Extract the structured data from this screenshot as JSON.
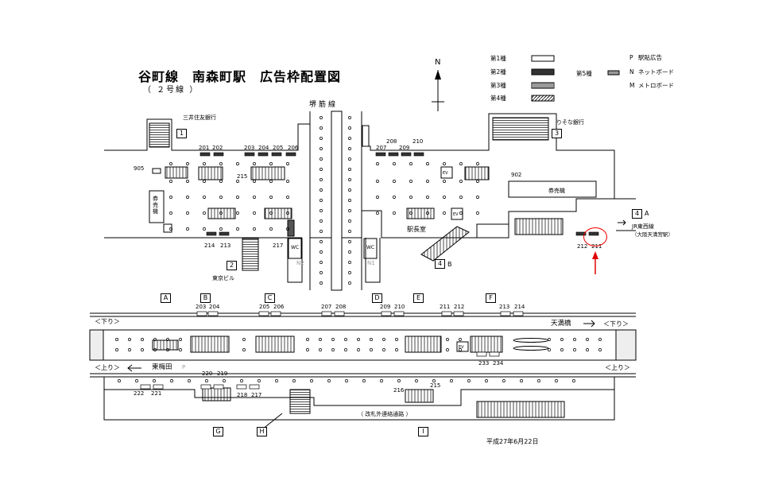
{
  "title": "谷町線　南森町駅　広告枠配置図",
  "subtitle": "（ ２号線 ）",
  "north": "N",
  "line_label": "堺筋線",
  "date": "平成27年6月22日",
  "legend": {
    "type1": "第1種",
    "type2": "第2種",
    "type3": "第3種",
    "type4": "第4種",
    "type5": "第5種",
    "p": "P",
    "p_desc": "駅貼広告",
    "n": "N",
    "n_desc": "ネットボード",
    "m": "M",
    "m_desc": "メトロボード"
  },
  "concourse": {
    "exit1": "1",
    "exit2": "2",
    "exit3": "3",
    "exit4": "4",
    "exit4b": "4",
    "exit_a": "A",
    "exit_b": "B",
    "bank_mitsui": "三井住友銀行",
    "bank_resona": "りそな銀行",
    "bldg_tokei": "東京ビル",
    "ticket_left": "券売機",
    "ticket_right": "券売機",
    "stationmaster": "駅長室",
    "wc1": "WC",
    "wc2": "WC",
    "n2": "N2",
    "n1": "N1",
    "jr": "JR東西線",
    "jr_sub": "（大阪天満宮駅）",
    "ev1": "EV",
    "ev2": "EV",
    "n905": "905",
    "n902": "902",
    "n215": "215",
    "n217": "217",
    "ads_top": [
      "201",
      "202",
      "203",
      "204",
      "205",
      "206",
      "207",
      "208",
      "209",
      "210"
    ],
    "ads_bottom": [
      "214",
      "213",
      "212",
      "211"
    ]
  },
  "platform": {
    "letters": [
      "A",
      "B",
      "C",
      "D",
      "E",
      "F",
      "G",
      "H",
      "I"
    ],
    "ads_top": [
      "203",
      "204",
      "205",
      "206",
      "207",
      "208",
      "209",
      "210",
      "211",
      "212",
      "213",
      "214"
    ],
    "ads_mid": [
      "233",
      "234"
    ],
    "ads_low": [
      "220",
      "219",
      "222",
      "221",
      "218",
      "217",
      "216",
      "215"
    ],
    "down_left": "＜下り＞",
    "down_right": "＜下り＞",
    "up_left": "＜上り＞",
    "up_right": "＜上り＞",
    "tenma": "天満橋",
    "umeda": "東梅田",
    "p": "P",
    "passage": "（ 改札外連絡通路 ）",
    "ev": "EV"
  },
  "colors": {
    "highlight": "#e00000",
    "line": "#000000"
  }
}
